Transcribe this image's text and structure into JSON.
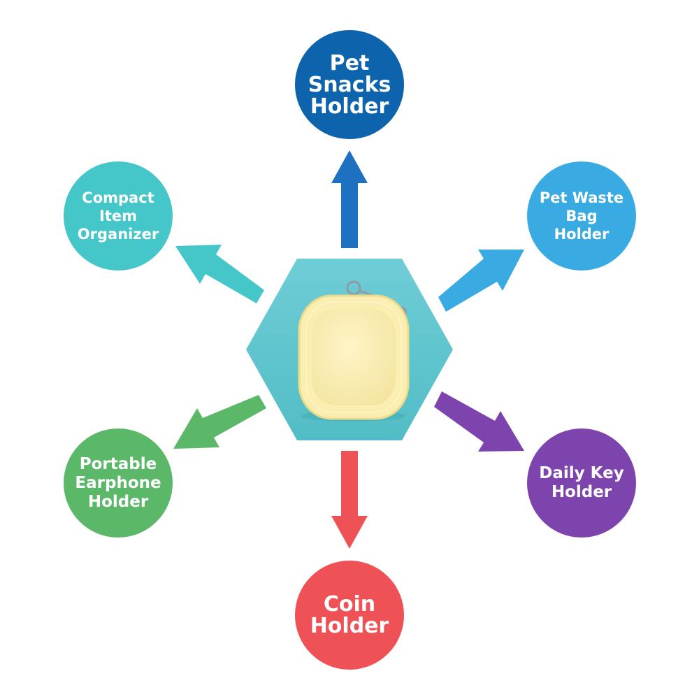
{
  "nodes": {
    "top": {
      "label": "Pet\nSnacks\nHolder",
      "color": "#0d63ac"
    },
    "tr": {
      "label": "Pet Waste\nBag\nHolder",
      "color": "#3aaae2"
    },
    "br": {
      "label": "Daily Key\nHolder",
      "color": "#7e44ad"
    },
    "bottom": {
      "label": "Coin\nHolder",
      "color": "#ee5156"
    },
    "bl": {
      "label": "Portable\nEarphone\nHolder",
      "color": "#5cb869"
    },
    "tl": {
      "label": "Compact\nItem\nOrganizer",
      "color": "#45c6c8"
    }
  },
  "arrows": {
    "top": "#1e71c0",
    "tr": "#3aaae2",
    "br": "#7e44ad",
    "bottom": "#ee5156",
    "bl": "#5cb869",
    "tl": "#45c6c8"
  },
  "center": {
    "hex_color": "#5fc4cd",
    "product_color": "#fbeeb0",
    "product_edge": "#eddb8c",
    "ring_color": "#8f9aa3"
  }
}
